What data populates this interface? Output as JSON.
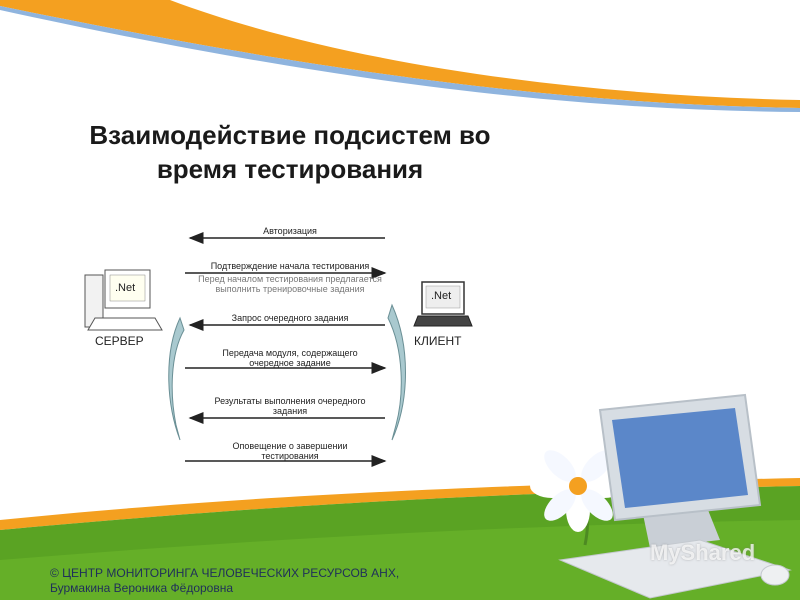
{
  "slide": {
    "title_lines": [
      "Взаимодействие подсистем во",
      "время тестирования"
    ],
    "server_label": "СЕРВЕР",
    "client_label": "КЛИЕНТ",
    "net_label": ".Net",
    "messages": [
      {
        "text": "Авторизация",
        "direction": "to-server"
      },
      {
        "text": "Подтверждение начала тестирования",
        "direction": "to-client"
      },
      {
        "text": "Перед началом тестирования предлагается",
        "direction": "note"
      },
      {
        "text": "выполнить тренировочные задания",
        "direction": "note"
      },
      {
        "text": "Запрос очередного задания",
        "direction": "to-server"
      },
      {
        "text": "Передача модуля, содержащего",
        "direction": "to-client"
      },
      {
        "text": "очередное задание",
        "direction": "to-client"
      },
      {
        "text": "Результаты выполнения очередного",
        "direction": "to-server"
      },
      {
        "text": "задания",
        "direction": "to-server"
      },
      {
        "text": "Оповещение о завершении",
        "direction": "to-client"
      },
      {
        "text": "тестирования",
        "direction": "to-client"
      }
    ],
    "footer_lines": [
      "© ЦЕНТР МОНИТОРИНГА ЧЕЛОВЕЧЕСКИХ РЕСУРСОВ АНХ,",
      "Бурмакина Вероника Фёдоровна"
    ],
    "watermark": "MyShared"
  },
  "colors": {
    "orange": "#f4a020",
    "blue_band": "#7fa6d8",
    "grass": "#5aa323",
    "arrow": "#222222"
  }
}
